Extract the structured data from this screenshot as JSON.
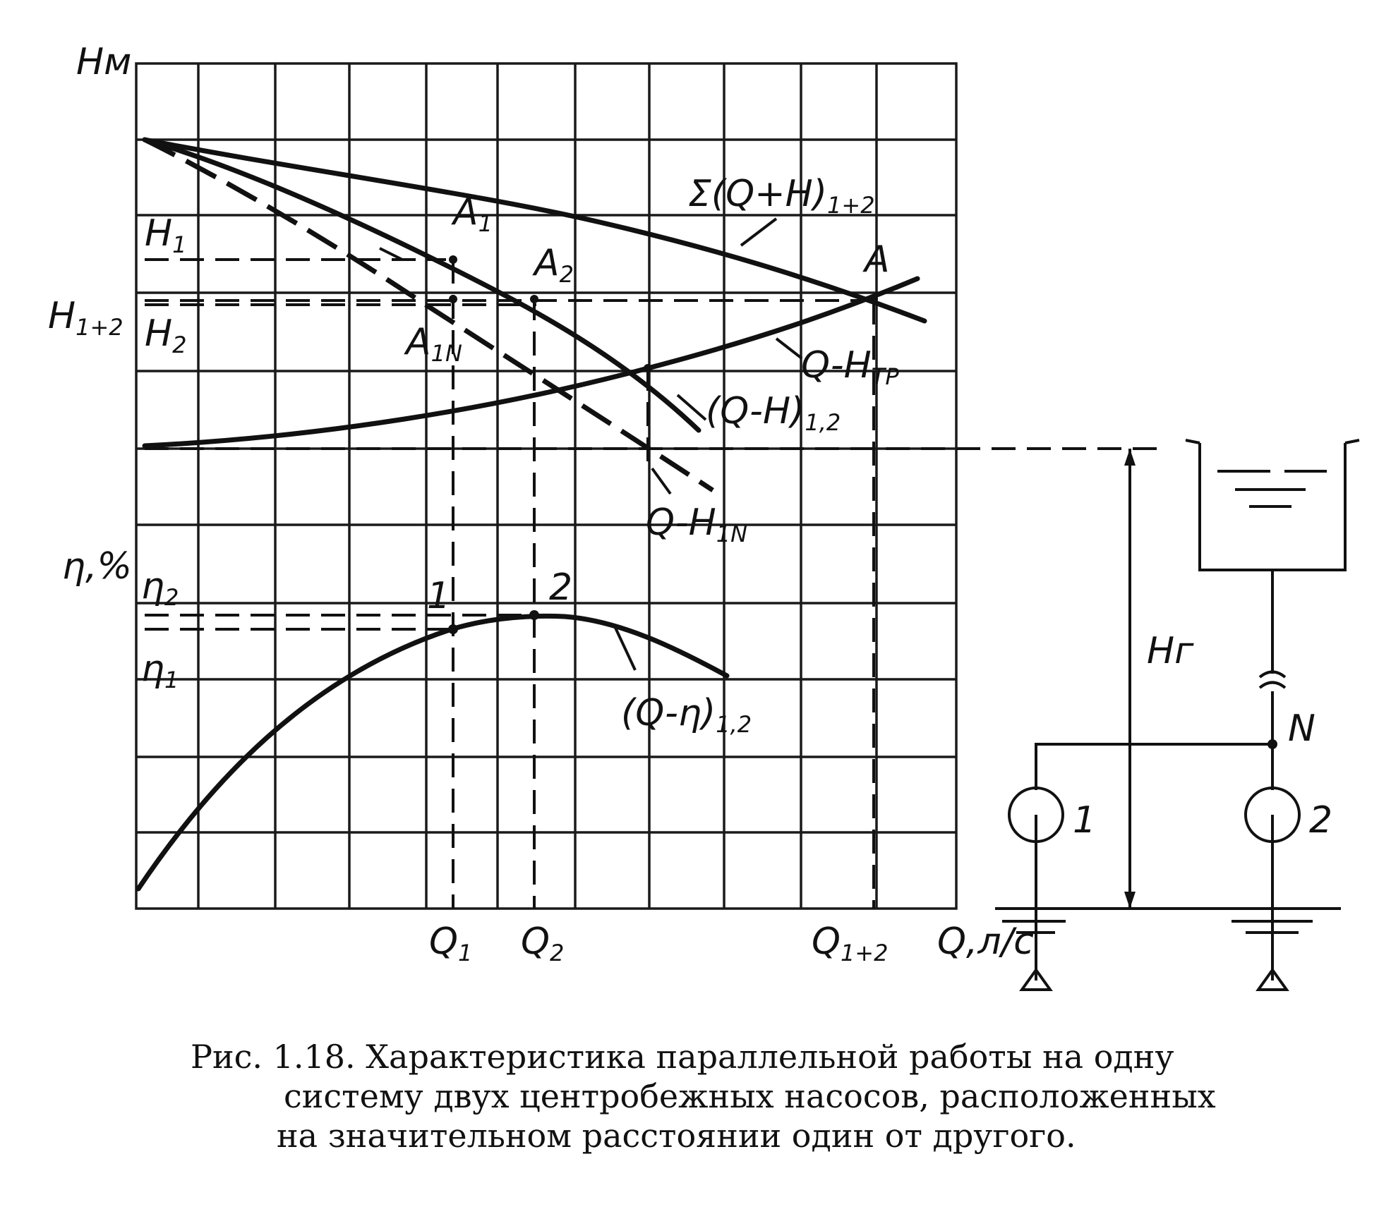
{
  "axes": {
    "y_head": "Нм",
    "y_eff": "η,%",
    "x_flow": "Q,л/с"
  },
  "levels": {
    "h1": "H",
    "h1_sub": "1",
    "h12": "H",
    "h12_sub": "1+2",
    "h2": "H",
    "h2_sub": "2",
    "eta2": "η",
    "eta2_sub": "2",
    "eta1": "η",
    "eta1_sub": "1"
  },
  "points": {
    "a1": "A",
    "a1_sub": "1",
    "a2": "A",
    "a2_sub": "2",
    "a": "A",
    "a1n": "A",
    "a1n_sub": "1N",
    "p1": "1",
    "p2": "2"
  },
  "curves": {
    "sum": "Σ(Q+H)",
    "sum_sub": "1+2",
    "pipe": "Q-H",
    "pipe_sub": "ТР",
    "pump12": "(Q-H)",
    "pump12_sub": "1,2",
    "pump1n": "Q-H",
    "pump1n_sub": "1N",
    "eff": "(Q-η)",
    "eff_sub": "1,2"
  },
  "flows": {
    "q1": "Q",
    "q1_sub": "1",
    "q2": "Q",
    "q2_sub": "2",
    "q12": "Q",
    "q12_sub": "1+2"
  },
  "scheme": {
    "hg": "Нг",
    "node": "N",
    "pump1": "1",
    "pump2": "2"
  },
  "caption": {
    "line1": "Рис. 1.18. Характеристика параллельной работы на одну",
    "line2": "систему двух центробежных насосов, расположенных",
    "line3": "на значительном расстоянии один от другого."
  }
}
